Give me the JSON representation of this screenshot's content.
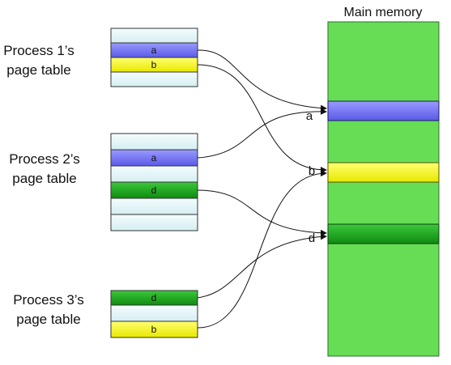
{
  "memory": {
    "title": "Main memory"
  },
  "process1": {
    "label_line1": "Process 1’s",
    "label_line2": "page table",
    "entry_a": "a",
    "entry_b": "b"
  },
  "process2": {
    "label_line1": "Process 2’s",
    "label_line2": "page table",
    "entry_a": "a",
    "entry_d": "d"
  },
  "process3": {
    "label_line1": "Process 3’s",
    "label_line2": "page table",
    "entry_d": "d",
    "entry_b": "b"
  },
  "frames": {
    "a": "a",
    "b": "b",
    "d": "d"
  },
  "colors": {
    "memory_green": "#66dd55",
    "frame_blue": "#6e6ef5",
    "frame_yellow": "#f5f500",
    "frame_dark_green": "#1f9e1f",
    "entry_empty": "#e4f6f8"
  }
}
